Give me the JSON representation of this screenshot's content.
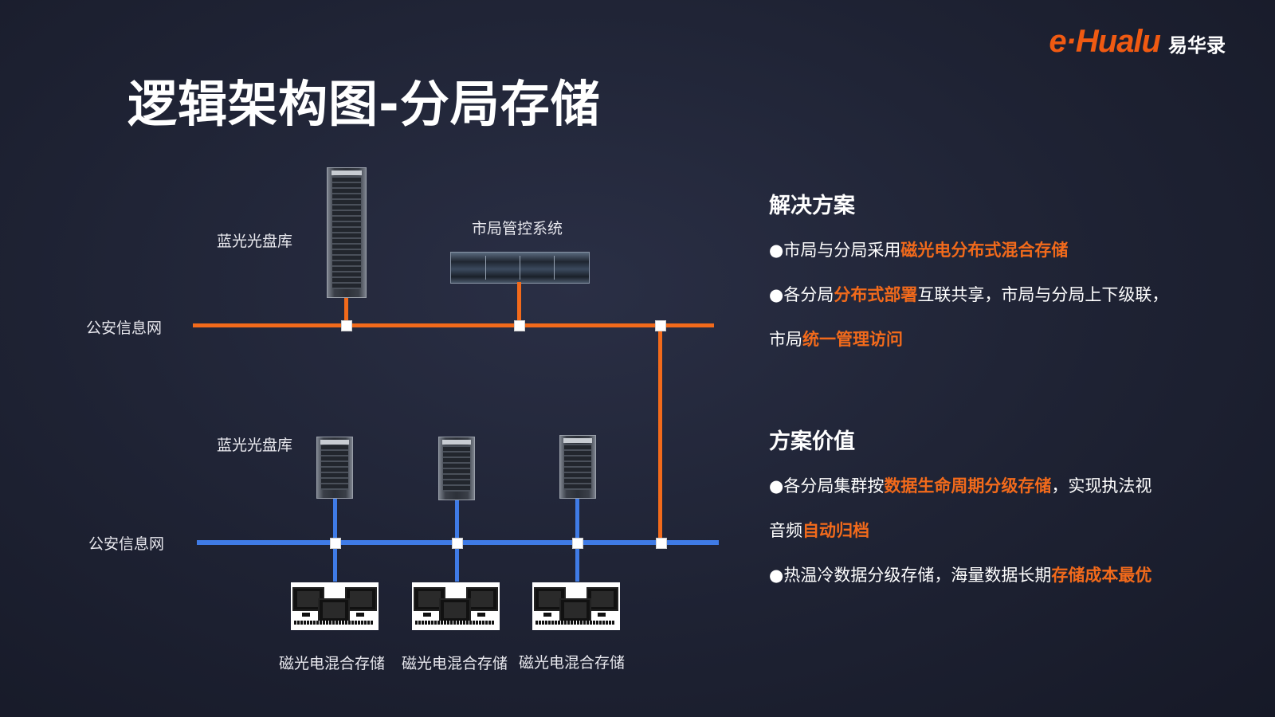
{
  "brand": {
    "name_en": "e·Hualu",
    "name_cn": "易华录"
  },
  "title": "逻辑架构图-分局存储",
  "diagram": {
    "top_storage_label": "蓝光光盘库",
    "control_system_label": "市局管控系统",
    "top_network_label": "公安信息网",
    "branch_storage_label": "蓝光光盘库",
    "bottom_network_label": "公安信息网",
    "hybrid_storage_labels": [
      "磁光电混合存储",
      "磁光电混合存储",
      "磁光电混合存储"
    ]
  },
  "panel": {
    "solution": {
      "title": "解决方案",
      "line1": [
        "●市局与分局采用",
        "磁光电分布式混合存储"
      ],
      "line2": [
        "●各分局",
        "分布式部署",
        "互联共享，市局与分局上下级联，"
      ],
      "line3": [
        "市局",
        "统一管理访问"
      ]
    },
    "value": {
      "title": "方案价值",
      "line1": [
        "●各分局集群按",
        "数据生命周期分级存储",
        "，实现执法视"
      ],
      "line2": [
        "音频",
        "自动归档"
      ],
      "line3": [
        "●热温冷数据分级存储，海量数据长期",
        "存储成本最优"
      ]
    }
  },
  "colors": {
    "accent": "#f26a1b",
    "network_blue": "#3f7be6",
    "background": "#1e2233"
  }
}
